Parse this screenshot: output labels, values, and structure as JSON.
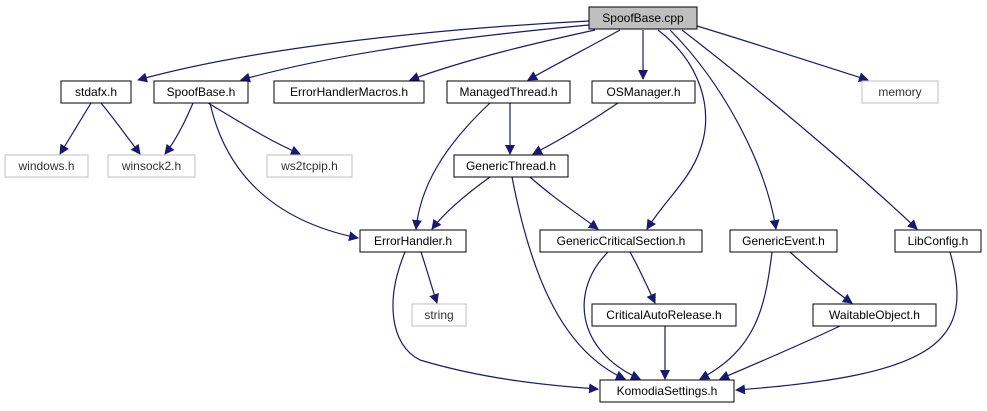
{
  "graph": {
    "edge_color": "#191970",
    "nodes": [
      {
        "id": "spoofbase_cpp",
        "label": "SpoofBase.cpp",
        "kind": "root"
      },
      {
        "id": "stdafx_h",
        "label": "stdafx.h",
        "kind": "local"
      },
      {
        "id": "spoofbase_h",
        "label": "SpoofBase.h",
        "kind": "local"
      },
      {
        "id": "errorhandlermacros_h",
        "label": "ErrorHandlerMacros.h",
        "kind": "local"
      },
      {
        "id": "managedthread_h",
        "label": "ManagedThread.h",
        "kind": "local"
      },
      {
        "id": "osmanager_h",
        "label": "OSManager.h",
        "kind": "local"
      },
      {
        "id": "memory",
        "label": "memory",
        "kind": "system"
      },
      {
        "id": "windows_h",
        "label": "windows.h",
        "kind": "system"
      },
      {
        "id": "winsock2_h",
        "label": "winsock2.h",
        "kind": "system"
      },
      {
        "id": "ws2tcpip_h",
        "label": "ws2tcpip.h",
        "kind": "system"
      },
      {
        "id": "genericthread_h",
        "label": "GenericThread.h",
        "kind": "local"
      },
      {
        "id": "errorhandler_h",
        "label": "ErrorHandler.h",
        "kind": "local"
      },
      {
        "id": "genericcriticalsection_h",
        "label": "GenericCriticalSection.h",
        "kind": "local"
      },
      {
        "id": "genericevent_h",
        "label": "GenericEvent.h",
        "kind": "local"
      },
      {
        "id": "libconfig_h",
        "label": "LibConfig.h",
        "kind": "local"
      },
      {
        "id": "string",
        "label": "string",
        "kind": "system"
      },
      {
        "id": "criticalautorelease_h",
        "label": "CriticalAutoRelease.h",
        "kind": "local"
      },
      {
        "id": "waitableobject_h",
        "label": "WaitableObject.h",
        "kind": "local"
      },
      {
        "id": "komodiasettings_h",
        "label": "KomodiaSettings.h",
        "kind": "local"
      }
    ],
    "edges": [
      [
        "spoofbase_cpp",
        "stdafx_h"
      ],
      [
        "spoofbase_cpp",
        "spoofbase_h"
      ],
      [
        "spoofbase_cpp",
        "errorhandlermacros_h"
      ],
      [
        "spoofbase_cpp",
        "managedthread_h"
      ],
      [
        "spoofbase_cpp",
        "osmanager_h"
      ],
      [
        "spoofbase_cpp",
        "genericcriticalsection_h"
      ],
      [
        "spoofbase_cpp",
        "genericevent_h"
      ],
      [
        "spoofbase_cpp",
        "libconfig_h"
      ],
      [
        "spoofbase_cpp",
        "memory"
      ],
      [
        "stdafx_h",
        "windows_h"
      ],
      [
        "stdafx_h",
        "winsock2_h"
      ],
      [
        "spoofbase_h",
        "winsock2_h"
      ],
      [
        "spoofbase_h",
        "ws2tcpip_h"
      ],
      [
        "spoofbase_h",
        "errorhandler_h"
      ],
      [
        "managedthread_h",
        "genericthread_h"
      ],
      [
        "managedthread_h",
        "errorhandler_h"
      ],
      [
        "osmanager_h",
        "genericthread_h"
      ],
      [
        "genericthread_h",
        "errorhandler_h"
      ],
      [
        "genericthread_h",
        "genericcriticalsection_h"
      ],
      [
        "genericthread_h",
        "komodiasettings_h"
      ],
      [
        "errorhandler_h",
        "string"
      ],
      [
        "errorhandler_h",
        "komodiasettings_h"
      ],
      [
        "genericcriticalsection_h",
        "criticalautorelease_h"
      ],
      [
        "genericcriticalsection_h",
        "komodiasettings_h"
      ],
      [
        "criticalautorelease_h",
        "komodiasettings_h"
      ],
      [
        "genericevent_h",
        "waitableobject_h"
      ],
      [
        "genericevent_h",
        "komodiasettings_h"
      ],
      [
        "waitableobject_h",
        "komodiasettings_h"
      ],
      [
        "libconfig_h",
        "komodiasettings_h"
      ]
    ]
  }
}
